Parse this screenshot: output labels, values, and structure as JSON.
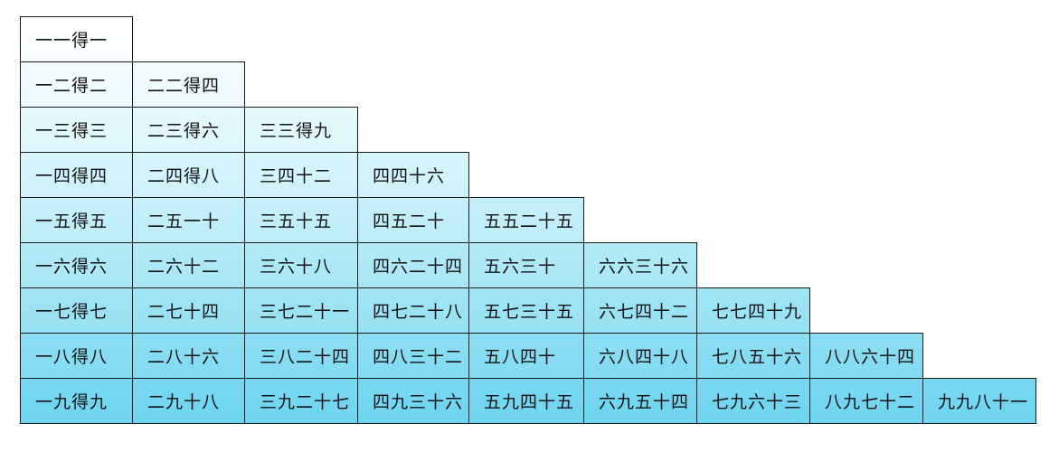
{
  "table": {
    "rows": [
      [
        "一一得一"
      ],
      [
        "一二得二",
        "二二得四"
      ],
      [
        "一三得三",
        "二三得六",
        "三三得九"
      ],
      [
        "一四得四",
        "二四得八",
        "三四十二",
        "四四十六"
      ],
      [
        "一五得五",
        "二五一十",
        "三五十五",
        "四五二十",
        "五五二十五"
      ],
      [
        "一六得六",
        "二六十二",
        "三六十八",
        "四六二十四",
        "五六三十",
        "六六三十六"
      ],
      [
        "一七得七",
        "二七十四",
        "三七二十一",
        "四七二十八",
        "五七三十五",
        "六七四十二",
        "七七四十九"
      ],
      [
        "一八得八",
        "二八十六",
        "三八二十四",
        "四八三十二",
        "五八四十",
        "六八四十八",
        "七八五十六",
        "八八六十四"
      ],
      [
        "一九得九",
        "二九十八",
        "三九二十七",
        "四九三十六",
        "五九四十五",
        "六九五十四",
        "七九六十三",
        "八九七十二",
        "九九八十一"
      ]
    ]
  }
}
